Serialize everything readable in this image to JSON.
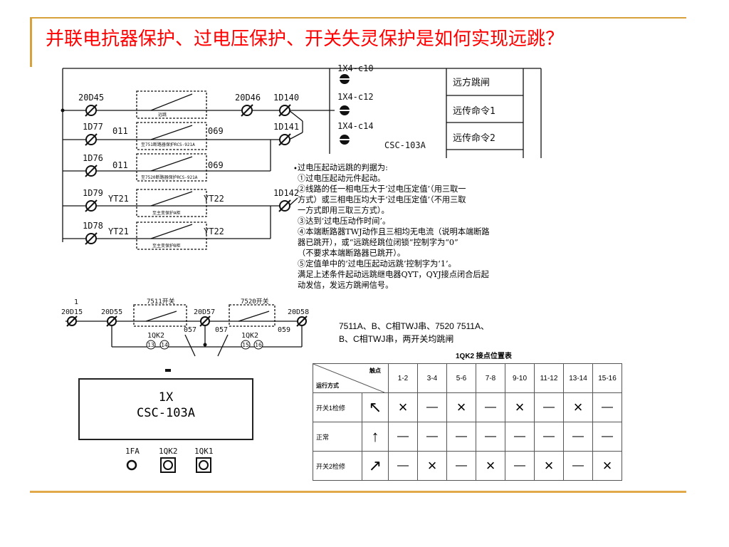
{
  "title": "并联电抗器保护、过电压保护、开关失灵保护是如何实现远跳？",
  "upper_diagram": {
    "terminals_left": [
      "20D45",
      "1D77",
      "1D76",
      "1D79",
      "1D78"
    ],
    "terminals_mid": [
      "20D46",
      "1D140",
      "1D141",
      "1D142"
    ],
    "wire_labels_left": [
      "011",
      "011",
      "YT21",
      "YT21"
    ],
    "wire_labels_right": [
      "069",
      "069",
      "YT22",
      "YT22"
    ],
    "contact_labels": [
      "远跳",
      "至751断路器保护RCS-921A",
      "至7520断路器保护RCS-921A",
      "至主变保护A柜",
      "至主变保护B柜"
    ],
    "csc_terminals": [
      "1X4-c10",
      "1X4-c12",
      "1X4-c14"
    ],
    "device": "CSC-103A",
    "commands": [
      "远方跳闸",
      "远传命令1",
      "远传命令2"
    ]
  },
  "notes": {
    "heading": "过电压起动远跳的判据为:",
    "lines": [
      "①过电压起动元件起动。",
      "②线路的任一相电压大于‘过电压定值’（用三取一",
      "  方式）或三相电压均大于‘过电压定值’（不用三取",
      "  一方式即用三取三方式）。",
      "③达到‘过电压动作时间’。",
      "④本端断路器TWJ动作且三相均无电流（说明本端断路",
      "  器已跳开），或“远跳经跳位闭锁”控制字为“0”",
      "  （不要求本端断路器已跳开）。",
      "⑤定值单中的‘过电压起动远跳’控制字为‘1’。",
      "  满足上述条件起动远跳继电器QYT，QYJ接点闭合后起",
      "  动发信，发远方跳闸信号。"
    ]
  },
  "lower_diagram": {
    "node_1": "1",
    "terminals": [
      "20D15",
      "20D55",
      "20D57",
      "20D58"
    ],
    "switches": [
      "7511开关",
      "7520开关"
    ],
    "wires": [
      "057",
      "057",
      "059"
    ],
    "qk_label": "1QK2",
    "qk_contacts_1": [
      "13",
      "14"
    ],
    "qk_contacts_2": [
      "15",
      "16"
    ],
    "relay_line1": "1X",
    "relay_line2": "CSC-103A",
    "panel_labels": [
      "1FA",
      "1QK2",
      "1QK1"
    ]
  },
  "caption": {
    "line1": "7511A、B、C相TWJ串、7520 7511A、",
    "line2": "B、C相TWJ串，两开关均跳闸"
  },
  "table": {
    "title": "1QK2 接点位置表",
    "header_corner_top": "触点",
    "header_corner_bottom": "运行方式",
    "columns": [
      "1-2",
      "3-4",
      "5-6",
      "7-8",
      "9-10",
      "11-12",
      "13-14",
      "15-16"
    ],
    "rows": [
      {
        "label": "开关1检修",
        "arrow": "↖",
        "cells": [
          "×",
          "—",
          "×",
          "—",
          "×",
          "—",
          "×",
          "—"
        ]
      },
      {
        "label": "正常",
        "arrow": "↑",
        "cells": [
          "—",
          "—",
          "—",
          "—",
          "—",
          "—",
          "—",
          "—"
        ]
      },
      {
        "label": "开关2检修",
        "arrow": "↗",
        "cells": [
          "—",
          "×",
          "—",
          "×",
          "—",
          "×",
          "—",
          "×"
        ]
      }
    ]
  }
}
